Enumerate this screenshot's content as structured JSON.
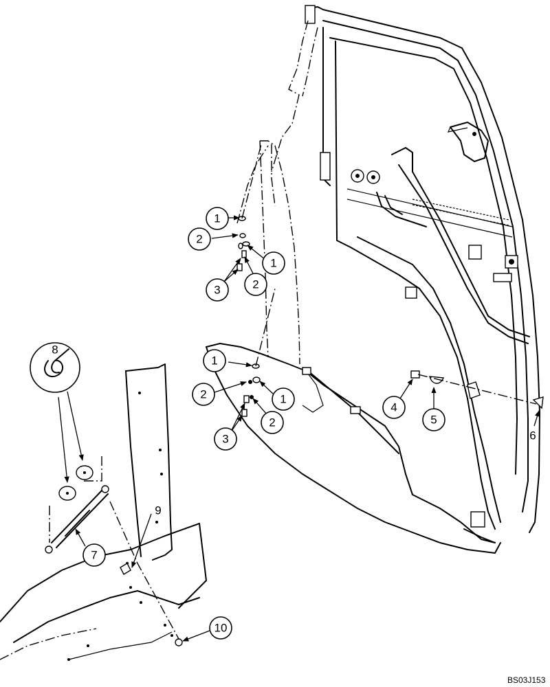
{
  "callouts": [
    {
      "label": "1"
    },
    {
      "label": "2"
    },
    {
      "label": "1"
    },
    {
      "label": "3"
    },
    {
      "label": "2"
    },
    {
      "label": "1"
    },
    {
      "label": "2"
    },
    {
      "label": "1"
    },
    {
      "label": "3"
    },
    {
      "label": "2"
    },
    {
      "label": "4"
    },
    {
      "label": "5"
    },
    {
      "label": "6"
    },
    {
      "label": "8"
    },
    {
      "label": "9"
    },
    {
      "label": "7"
    },
    {
      "label": "10"
    }
  ],
  "drawing_code": "BS03J153"
}
